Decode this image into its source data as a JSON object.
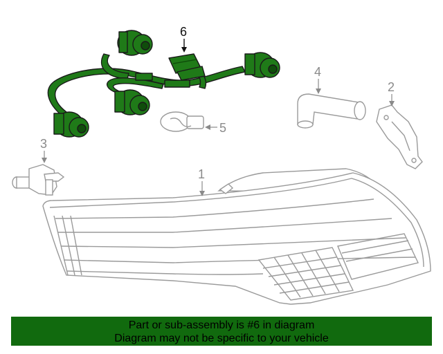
{
  "diagram": {
    "callouts": [
      {
        "id": "1",
        "part": "tail-lamp-assembly"
      },
      {
        "id": "2",
        "part": "mounting-bracket"
      },
      {
        "id": "3",
        "part": "bulb-socket"
      },
      {
        "id": "4",
        "part": "connector-tube"
      },
      {
        "id": "5",
        "part": "bulb"
      },
      {
        "id": "6",
        "part": "wiring-harness"
      }
    ],
    "highlighted_callout": "6",
    "colors": {
      "highlight": "#116a0e",
      "line_art": "#9a9a9a",
      "harness_fill": "#1f7a18"
    }
  },
  "banner": {
    "line1": "Part or sub-assembly is #6 in diagram",
    "line2": "Diagram may not be specific to your vehicle"
  }
}
